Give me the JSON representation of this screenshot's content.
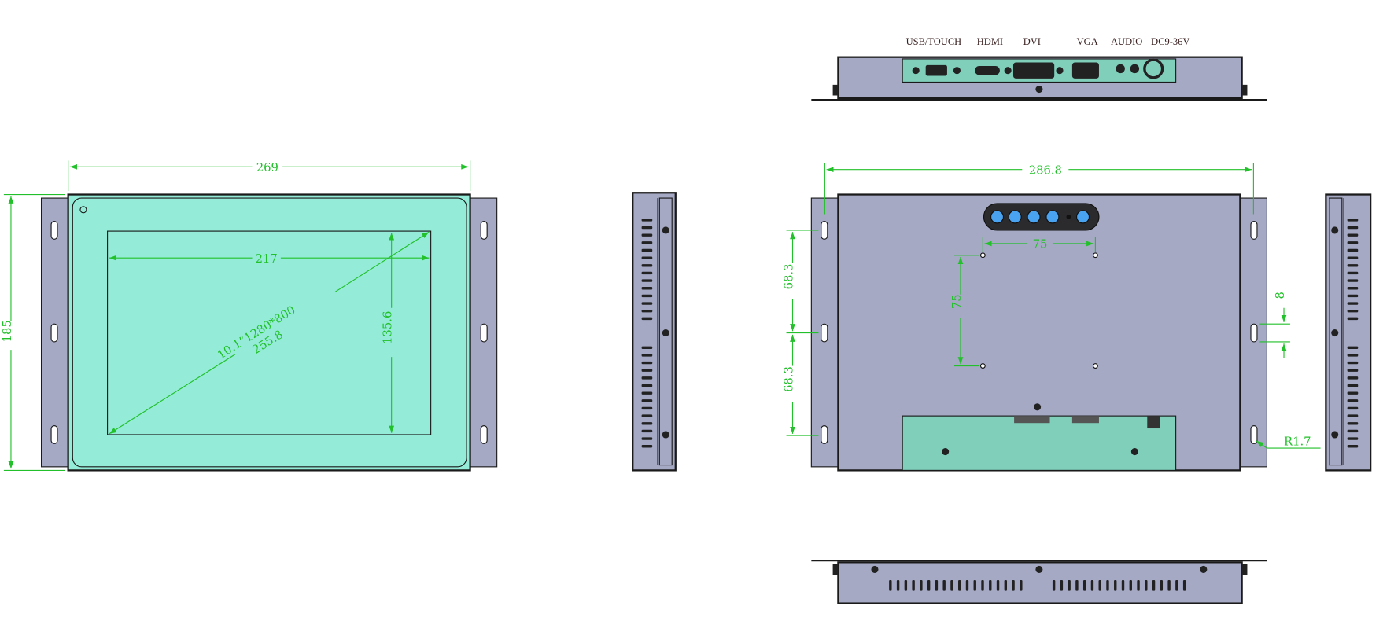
{
  "colors": {
    "body": "#a5a9c4",
    "screen": "#94ecd8",
    "board": "#80cfbb",
    "dimension": "#22c02a",
    "button": "#4aa3f0"
  },
  "front_view": {
    "width": "269",
    "height": "185",
    "active_width": "217",
    "active_height": "135.6",
    "diagonal_spec": "10.1”1280*800",
    "diagonal": "255.8"
  },
  "top_view": {
    "ports": [
      "USB/TOUCH",
      "HDMI",
      "DVI",
      "VGA",
      "AUDIO",
      "DC9-36V"
    ]
  },
  "back_view": {
    "width": "286.8",
    "vesa_h": "75",
    "vesa_v": "75",
    "slot_upper": "68.3",
    "slot_lower": "68.3",
    "slot_len": "8",
    "radius": "R1.7",
    "buttons": [
      "menu-icon",
      "down-icon",
      "up-icon",
      "source-icon",
      "led-indicator",
      "power-icon"
    ]
  }
}
